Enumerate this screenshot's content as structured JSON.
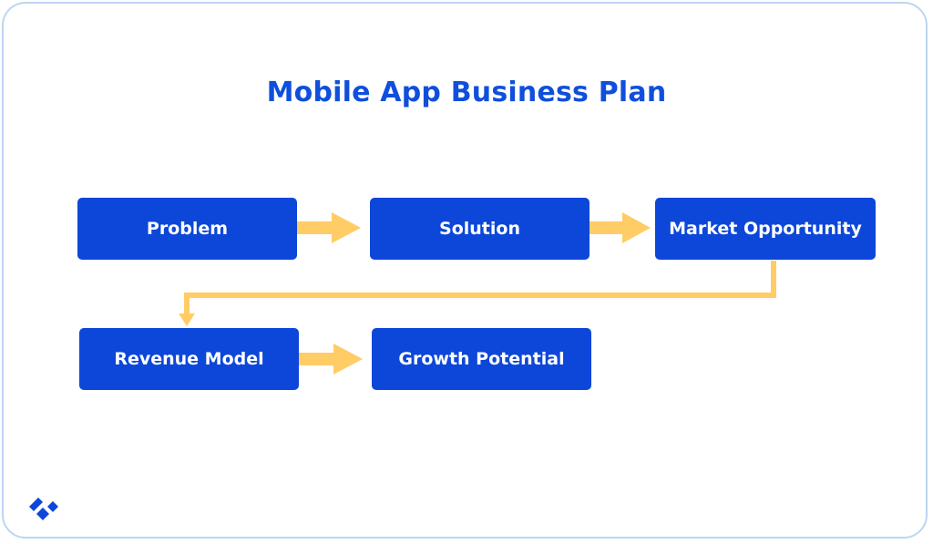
{
  "diagram": {
    "title": "Mobile App Business Plan",
    "nodes": [
      {
        "id": "problem",
        "label": "Problem"
      },
      {
        "id": "solution",
        "label": "Solution"
      },
      {
        "id": "market",
        "label": "Market Opportunity"
      },
      {
        "id": "revenue",
        "label": "Revenue Model"
      },
      {
        "id": "growth",
        "label": "Growth Potential"
      }
    ],
    "edges": [
      {
        "from": "problem",
        "to": "solution"
      },
      {
        "from": "solution",
        "to": "market"
      },
      {
        "from": "market",
        "to": "revenue"
      },
      {
        "from": "revenue",
        "to": "growth"
      }
    ]
  },
  "colors": {
    "node_fill": "#0d47d9",
    "node_text": "#ffffff",
    "title": "#0f4fdc",
    "connector": "#ffcc66",
    "frame_border": "#bcd6f3"
  },
  "logo": {
    "icon": "brand-logo-icon"
  }
}
